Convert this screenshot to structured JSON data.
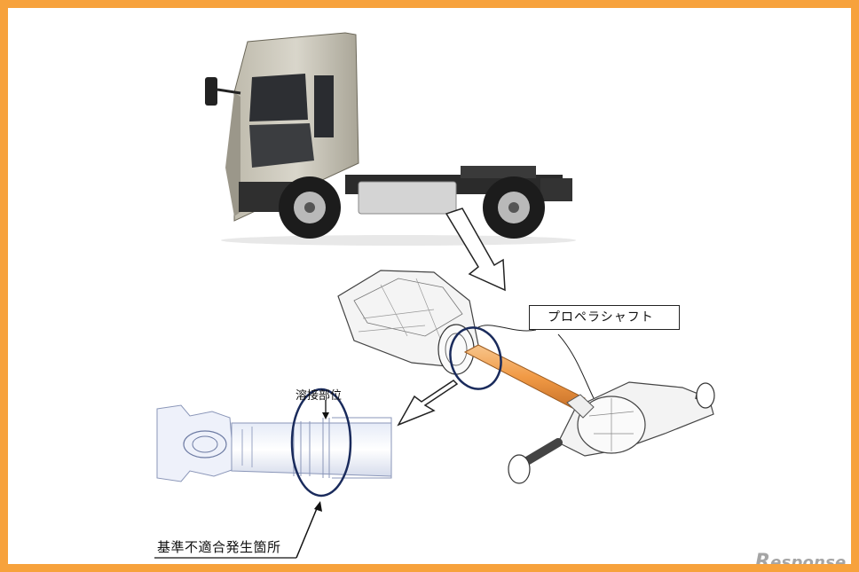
{
  "labels": {
    "propeller_shaft": "プロペラシャフト",
    "weld_part": "溶接部位",
    "nonconformity_location": "基準不適合発生箇所"
  },
  "watermark": {
    "initial": "R",
    "rest": "esponse."
  },
  "colors": {
    "frame": "#f7a23c",
    "shaft": "#f2a65a",
    "outline": "#1a2b5c",
    "cab": "#c9c5b8"
  }
}
